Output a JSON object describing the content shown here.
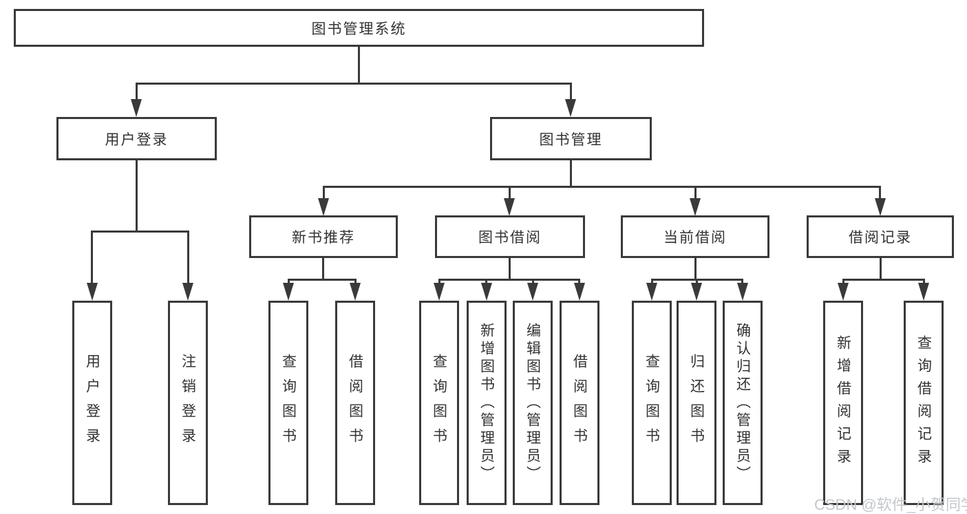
{
  "diagram": {
    "root": {
      "label": "图书管理系统"
    },
    "user_login": {
      "label": "用户登录",
      "children": [
        "用户登录",
        "注销登录"
      ]
    },
    "book_mgmt": {
      "label": "图书管理"
    },
    "new_books": {
      "label": "新书推荐",
      "children": [
        "查询图书",
        "借阅图书"
      ]
    },
    "borrowing": {
      "label": "图书借阅",
      "children": [
        "查询图书",
        "新增图书（管理员）",
        "编辑图书（管理员）",
        "借阅图书"
      ]
    },
    "current": {
      "label": "当前借阅",
      "children": [
        "查询图书",
        "归还图书",
        "确认归还（管理员）"
      ]
    },
    "records": {
      "label": "借阅记录",
      "children": [
        "新增借阅记录",
        "查询借阅记录"
      ]
    },
    "watermark": "CSDN @软件_小贺同学",
    "colors": {
      "line": "#3a3a3a",
      "box_background": "#ffffff",
      "text": "#333333",
      "watermark": "#c4c8cc"
    }
  }
}
